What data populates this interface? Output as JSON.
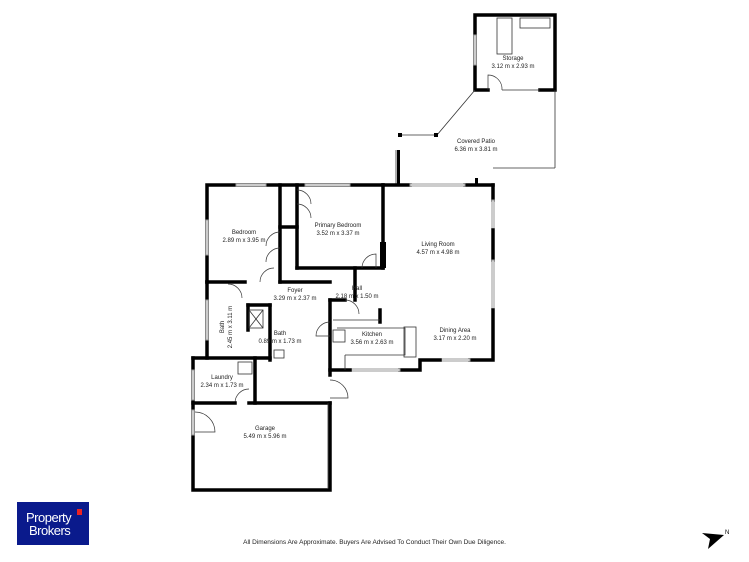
{
  "rooms": [
    {
      "name": "Storage",
      "dims": "3.12 m x 2.93 m"
    },
    {
      "name": "Covered Patio",
      "dims": "6.36 m x 3.81 m"
    },
    {
      "name": "Bedroom",
      "dims": "2.89 m x 3.95 m"
    },
    {
      "name": "Primary Bedroom",
      "dims": "3.52 m x 3.37 m"
    },
    {
      "name": "Living Room",
      "dims": "4.57 m x 4.98 m"
    },
    {
      "name": "Foyer",
      "dims": "3.29 m x 2.37 m"
    },
    {
      "name": "Hall",
      "dims": "2.18 m x 1.50 m"
    },
    {
      "name": "Bath",
      "dims": "2.45 m x 3.11 m"
    },
    {
      "name": "Bath",
      "dims": "0.89 m x 1.73 m"
    },
    {
      "name": "Kitchen",
      "dims": "3.56 m x 2.63 m"
    },
    {
      "name": "Dining Area",
      "dims": "3.17 m x 2.20 m"
    },
    {
      "name": "Laundry",
      "dims": "2.34 m x 1.73 m"
    },
    {
      "name": "Garage",
      "dims": "5.49 m x 5.96 m"
    }
  ],
  "logo": {
    "line1": "Property",
    "line2": "Brokers",
    "bg": "#0a1a8c"
  },
  "disclaimer": "All Dimensions Are Approximate. Buyers Are Advised To Conduct Their Own Due Diligence.",
  "north_label": "N"
}
